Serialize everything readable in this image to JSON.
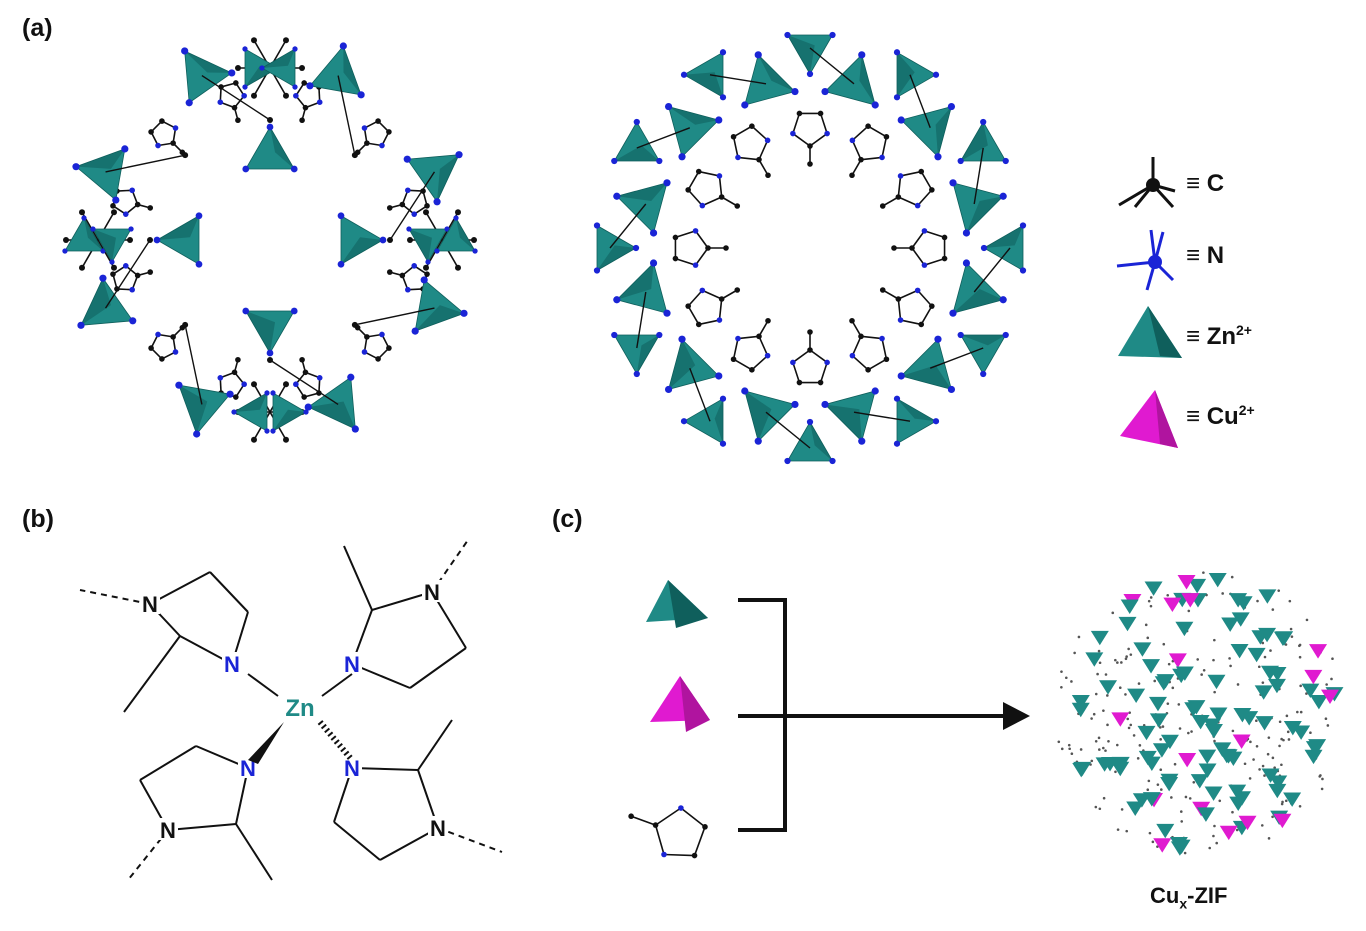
{
  "panels": {
    "a_label": "(a)",
    "b_label": "(b)",
    "c_label": "(c)"
  },
  "legend": {
    "items": [
      {
        "symbol": "≡",
        "text": "C",
        "sup": ""
      },
      {
        "symbol": "≡",
        "text": "N",
        "sup": ""
      },
      {
        "symbol": "≡",
        "text": "Zn",
        "sup": "2+"
      },
      {
        "symbol": "≡",
        "text": "Cu",
        "sup": "2+"
      }
    ]
  },
  "molecule": {
    "center_atom": "Zn",
    "nitrogen": "N"
  },
  "product": {
    "prefix": "Cu",
    "subscript": "x",
    "suffix": "-ZIF"
  },
  "colors": {
    "zn_tetrahedron": "#1f8a86",
    "zn_dark": "#0f5f5c",
    "cu_tetrahedron": "#e01ad0",
    "carbon": "#111111",
    "nitrogen": "#1a24d6"
  }
}
